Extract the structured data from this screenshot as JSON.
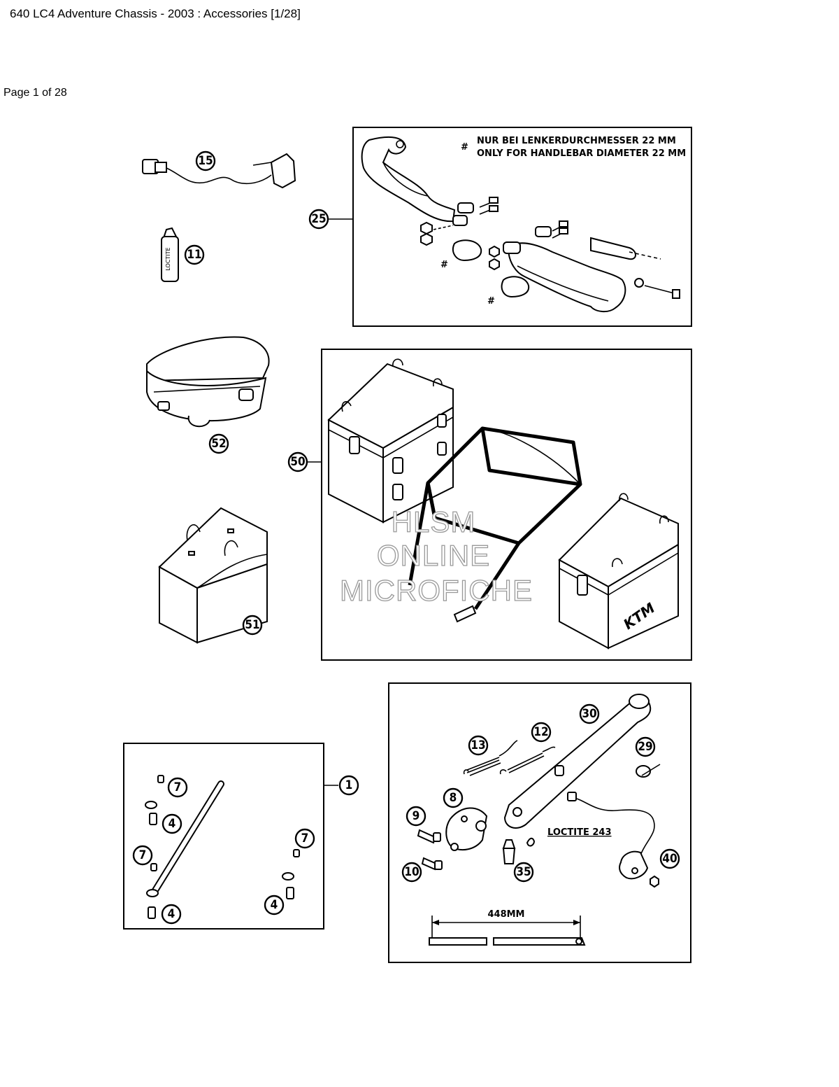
{
  "header": {
    "title": "640 LC4 Adventure Chassis - 2003 : Accessories [1/28]",
    "page": "Page 1 of 28"
  },
  "callouts": {
    "c15": "15",
    "c11": "11",
    "c25": "25",
    "c52": "52",
    "c50": "50",
    "c51": "51",
    "c1": "1",
    "c7a": "7",
    "c4a": "4",
    "c7b": "7",
    "c7c": "7",
    "c4b": "4",
    "c4c": "4",
    "c13": "13",
    "c12": "12",
    "c30": "30",
    "c29": "29",
    "c8": "8",
    "c9": "9",
    "c10": "10",
    "c35": "35",
    "c40": "40"
  },
  "notes": {
    "hash": "#",
    "line1": "NUR BEI LENKERDURCHMESSER 22 MM",
    "line2": "ONLY FOR HANDLEBAR DIAMETER 22 MM",
    "loctite_tube": "LOCTITE",
    "loctite243": "LOCTITE 243",
    "dimension": "448MM",
    "brand": "KTM"
  },
  "watermark": {
    "line1": "HLSM",
    "line2": "ONLINE",
    "line3": "MICROFICHE"
  }
}
